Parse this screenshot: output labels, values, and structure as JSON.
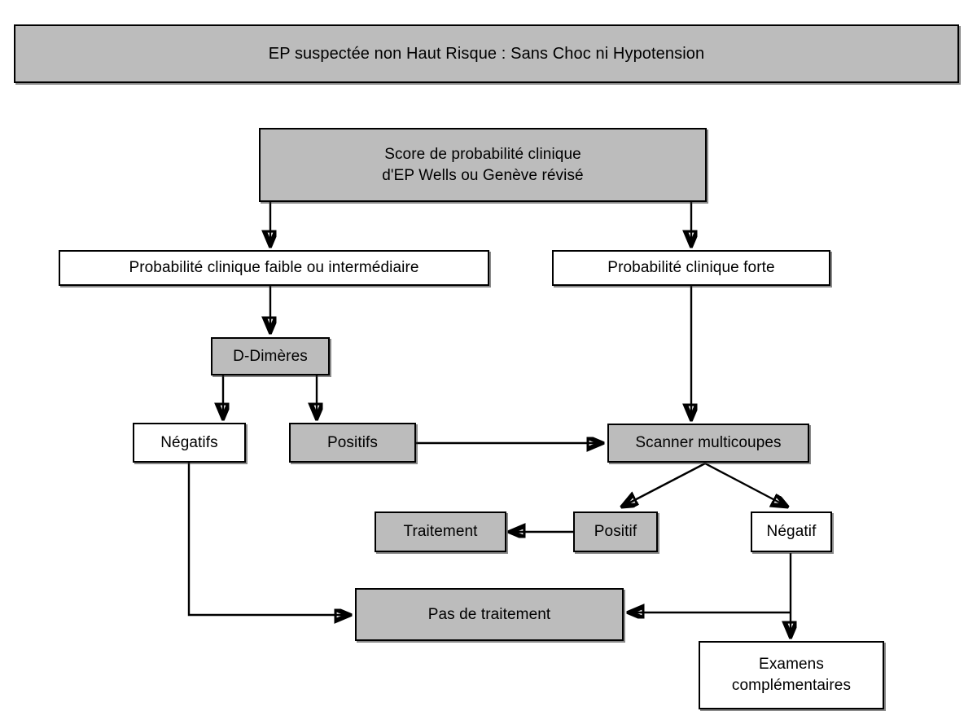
{
  "diagram": {
    "title_banner": {
      "text": "EP suspectée non Haut Risque : Sans Choc ni Hypotension",
      "fill": "#bcbcbc"
    },
    "colors": {
      "gray_fill": "#bcbcbc",
      "white_fill": "#ffffff",
      "stroke": "#000000",
      "text": "#000000"
    },
    "nodes": {
      "score": {
        "line1": "Score de probabilité clinique",
        "line2": "d'EP Wells ou Genève révisé",
        "fill": "#bcbcbc"
      },
      "proba_faible": {
        "text": "Probabilité clinique faible ou intermédiaire",
        "fill": "#ffffff"
      },
      "proba_forte": {
        "text": "Probabilité clinique forte",
        "fill": "#ffffff"
      },
      "d_dimeres": {
        "text": "D-Dimères",
        "fill": "#bcbcbc"
      },
      "negatifs": {
        "text": "Négatifs",
        "fill": "#ffffff"
      },
      "positifs": {
        "text": "Positifs",
        "fill": "#bcbcbc"
      },
      "scanner": {
        "text": "Scanner multicoupes",
        "fill": "#bcbcbc"
      },
      "traitement": {
        "text": "Traitement",
        "fill": "#bcbcbc"
      },
      "positif": {
        "text": "Positif",
        "fill": "#bcbcbc"
      },
      "negatif": {
        "text": "Négatif",
        "fill": "#ffffff"
      },
      "pas_de_traitement": {
        "text": "Pas de traitement",
        "fill": "#bcbcbc"
      },
      "examens": {
        "line1": "Examens",
        "line2": "complémentaires",
        "fill": "#ffffff"
      }
    },
    "edges": [
      {
        "name": "score-to-proba-faible",
        "from": "score",
        "to": "proba_faible",
        "style": "straight-down-arrow"
      },
      {
        "name": "score-to-proba-forte",
        "from": "score",
        "to": "proba_forte",
        "style": "straight-down-arrow"
      },
      {
        "name": "proba-faible-to-d-dimeres",
        "from": "proba_faible",
        "to": "d_dimeres",
        "style": "straight-down-arrow"
      },
      {
        "name": "d-dimeres-to-negatifs",
        "from": "d_dimeres",
        "to": "negatifs",
        "style": "straight-down-arrow"
      },
      {
        "name": "d-dimeres-to-positifs",
        "from": "d_dimeres",
        "to": "positifs",
        "style": "straight-down-arrow"
      },
      {
        "name": "proba-forte-to-scanner",
        "from": "proba_forte",
        "to": "scanner",
        "style": "straight-down-arrow"
      },
      {
        "name": "positifs-to-scanner",
        "from": "positifs",
        "to": "scanner",
        "style": "straight-right-arrow"
      },
      {
        "name": "scanner-to-positif",
        "from": "scanner",
        "to": "positif",
        "style": "diagonal-arrow"
      },
      {
        "name": "scanner-to-negatif",
        "from": "scanner",
        "to": "negatif",
        "style": "diagonal-arrow"
      },
      {
        "name": "positif-to-traitement",
        "from": "positif",
        "to": "traitement",
        "style": "straight-left-arrow"
      },
      {
        "name": "negatifs-to-pas-de-traitement",
        "from": "negatifs",
        "to": "pas_de_traitement",
        "style": "elbow-arrow"
      },
      {
        "name": "negatif-to-pas-de-traitement",
        "from": "negatif",
        "to": "pas_de_traitement",
        "style": "elbow-left-arrow"
      },
      {
        "name": "negatif-to-examens",
        "from": "negatif",
        "to": "examens",
        "style": "straight-down-arrow"
      }
    ]
  }
}
